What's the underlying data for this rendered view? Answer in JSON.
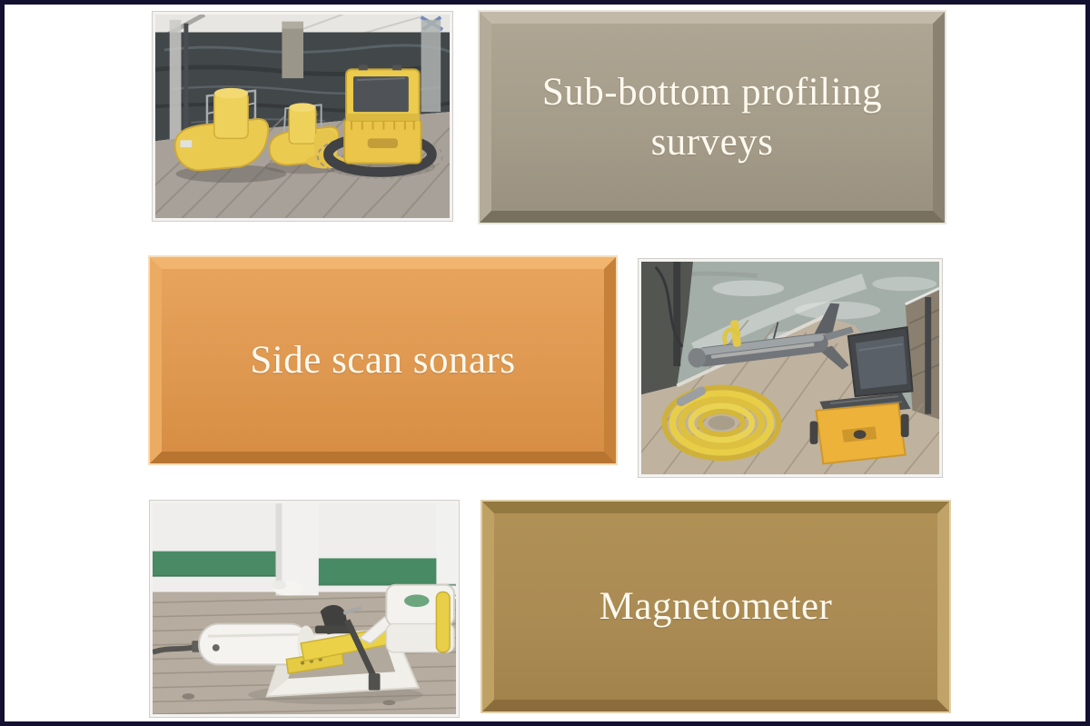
{
  "slide": {
    "background": "#ffffff",
    "frame_color": "#14102f",
    "label_text_color": "#fdf9ef",
    "items": [
      {
        "id": "sub-bottom-profiling",
        "label": "Sub-bottom profiling surveys",
        "box_color": "#a49b89",
        "box_highlight": "#c2b9a8",
        "box_shadow": "#78705f",
        "photo_alt": "Two yellow sub-bottom profiler sleds and an open yellow equipment case on a coiled cable, on a wooden dock beside dark water"
      },
      {
        "id": "side-scan-sonars",
        "label": "Side scan sonars",
        "box_color": "#de974f",
        "box_highlight": "#f2b56f",
        "box_shadow": "#b87531",
        "photo_alt": "Side scan sonar towfish, coiled yellow cable and a laptop on a yellow case, on a boat deck with water behind"
      },
      {
        "id": "magnetometer",
        "label": "Magnetometer",
        "box_color": "#aa8b53",
        "box_highlight": "#c0a369",
        "box_shadow": "#8a6d3b",
        "photo_alt": "White and yellow magnetometer towfish resting on a white stand on a weathered wooden deck"
      }
    ]
  }
}
